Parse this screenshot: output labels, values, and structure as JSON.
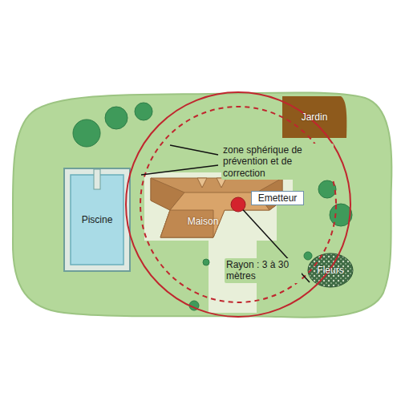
{
  "diagram": {
    "nodes": [
      {
        "text": [
          "Jardin"
        ]
      },
      {
        "text": [
          "Piscine"
        ]
      },
      {
        "text": [
          "Emetteur"
        ]
      },
      {
        "text": [
          "Maison"
        ]
      },
      {
        "text": [
          "Fleurs"
        ]
      }
    ],
    "labels": [
      "zone sphérique de prévention et de correction",
      "Rayon : 3 à 30 mètres"
    ]
  }
}
